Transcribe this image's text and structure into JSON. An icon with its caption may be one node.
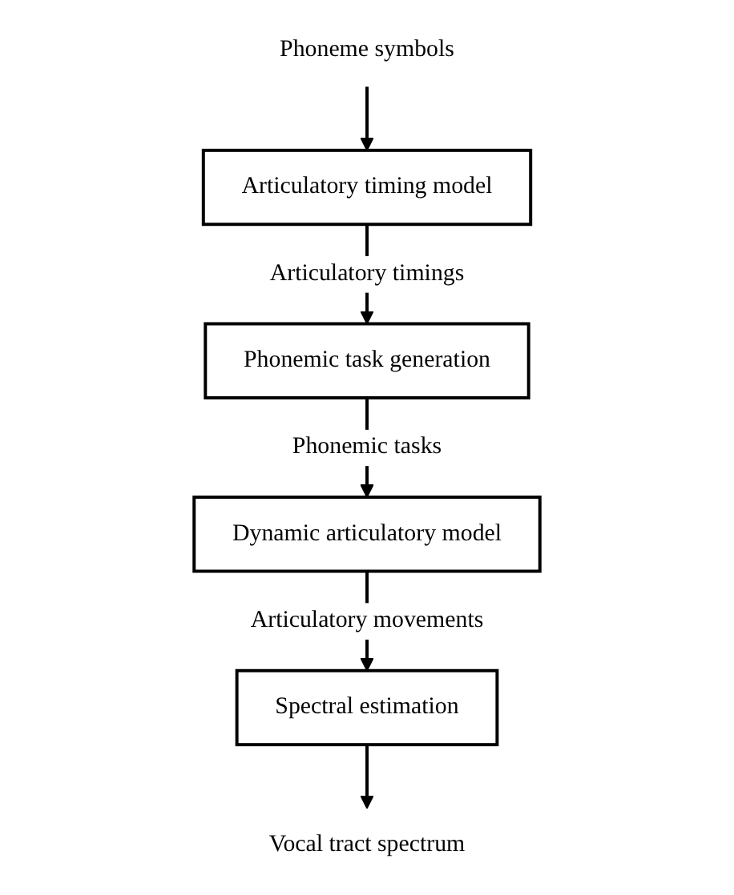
{
  "diagram": {
    "nodes": [
      {
        "text": [
          "Phoneme symbols"
        ]
      },
      {
        "text": [
          "Articulatory timing model"
        ]
      },
      {
        "text": [
          "Phonemic task generation"
        ]
      },
      {
        "text": [
          "Dynamic articulatory model"
        ]
      },
      {
        "text": [
          "Spectral estimation"
        ]
      },
      {
        "text": [
          "Vocal tract spectrum"
        ]
      }
    ],
    "edges": [
      {
        "from": 0,
        "to": 1,
        "arrow": "to"
      },
      {
        "from": 1,
        "to": 2,
        "arrow": "to",
        "label": "Articulatory timings"
      },
      {
        "from": 2,
        "to": 3,
        "arrow": "to",
        "label": "Phonemic tasks"
      },
      {
        "from": 3,
        "to": 4,
        "arrow": "to",
        "label": "Articulatory movements"
      },
      {
        "from": 4,
        "to": 5,
        "arrow": "to"
      }
    ]
  }
}
